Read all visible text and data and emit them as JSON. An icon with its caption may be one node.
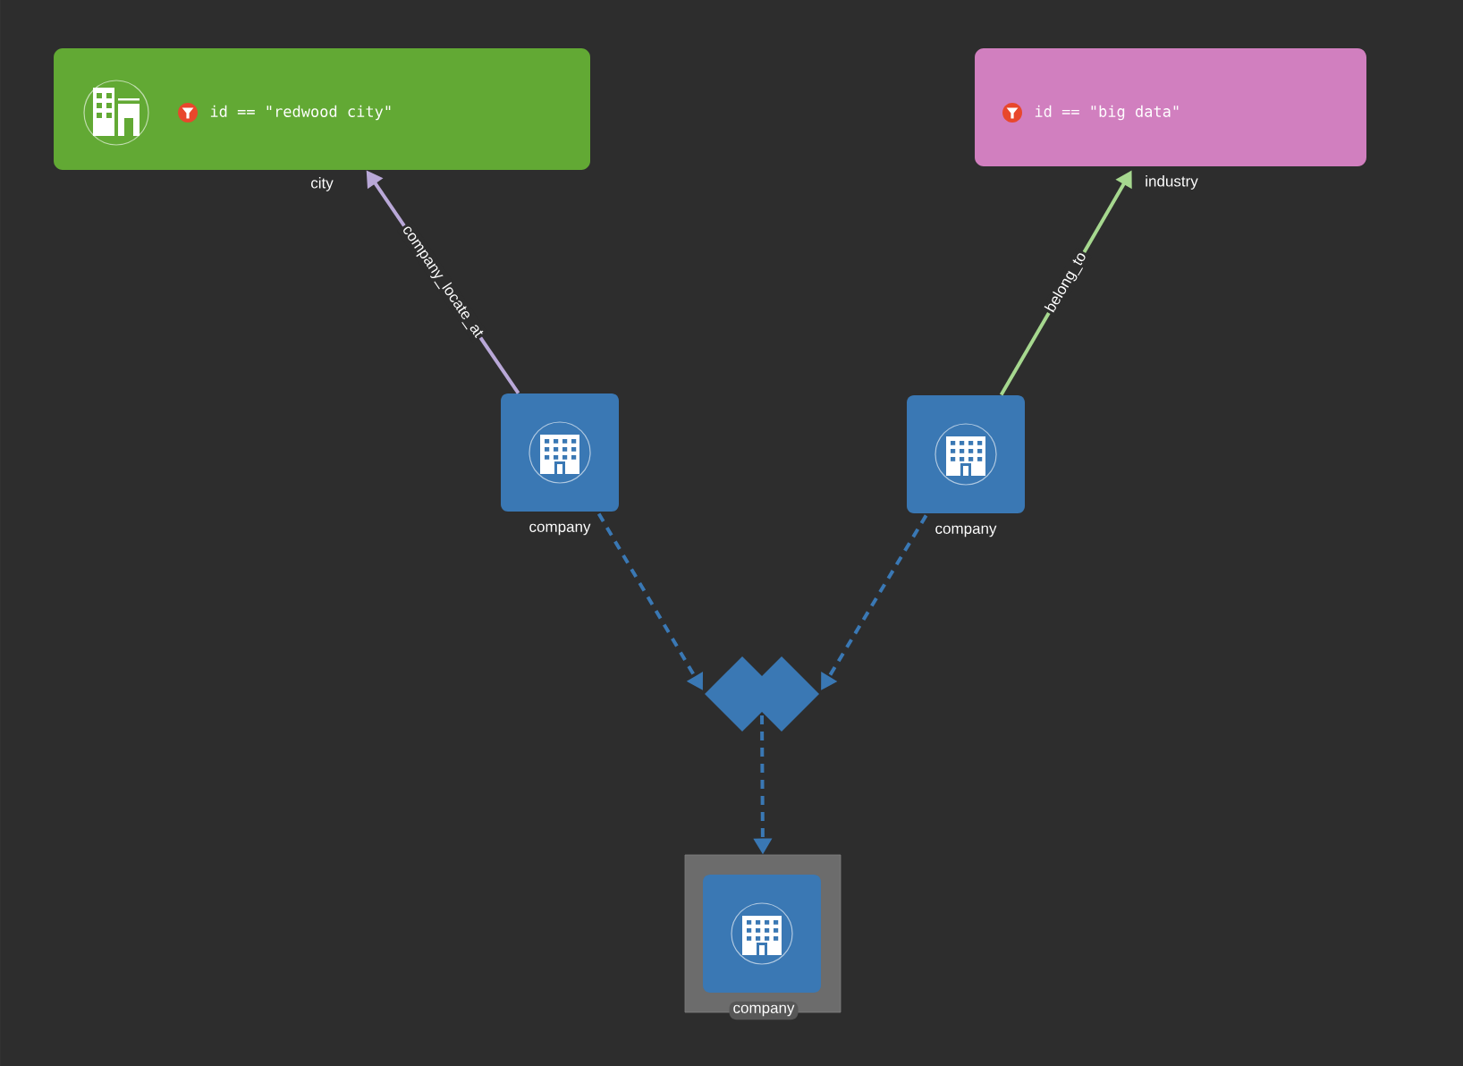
{
  "diagram": {
    "nodes": [
      {
        "text": [
          "id == \"redwood city\"",
          "city"
        ]
      },
      {
        "text": [
          "id == \"big data\"",
          "industry"
        ]
      },
      {
        "text": [
          "company"
        ]
      },
      {
        "text": [
          "company"
        ]
      },
      {
        "text": [],
        "shape": "diamond"
      },
      {
        "text": [],
        "shape": "box"
      },
      {
        "text": [
          "company"
        ],
        "in": 5
      }
    ],
    "edges": [
      {
        "from": 2,
        "to": 0,
        "arrow": "to",
        "label": "company_locate_at",
        "color": "#b9a8d8"
      },
      {
        "from": 3,
        "to": 1,
        "arrow": "to",
        "label": "belong_to",
        "color": "#a6d88f"
      },
      {
        "from": 2,
        "to": 4,
        "arrow": "to",
        "style": "dashed"
      },
      {
        "from": 3,
        "to": 4,
        "arrow": "to",
        "style": "dashed"
      },
      {
        "from": 4,
        "to": 5,
        "arrow": "to",
        "style": "dashed"
      }
    ]
  }
}
